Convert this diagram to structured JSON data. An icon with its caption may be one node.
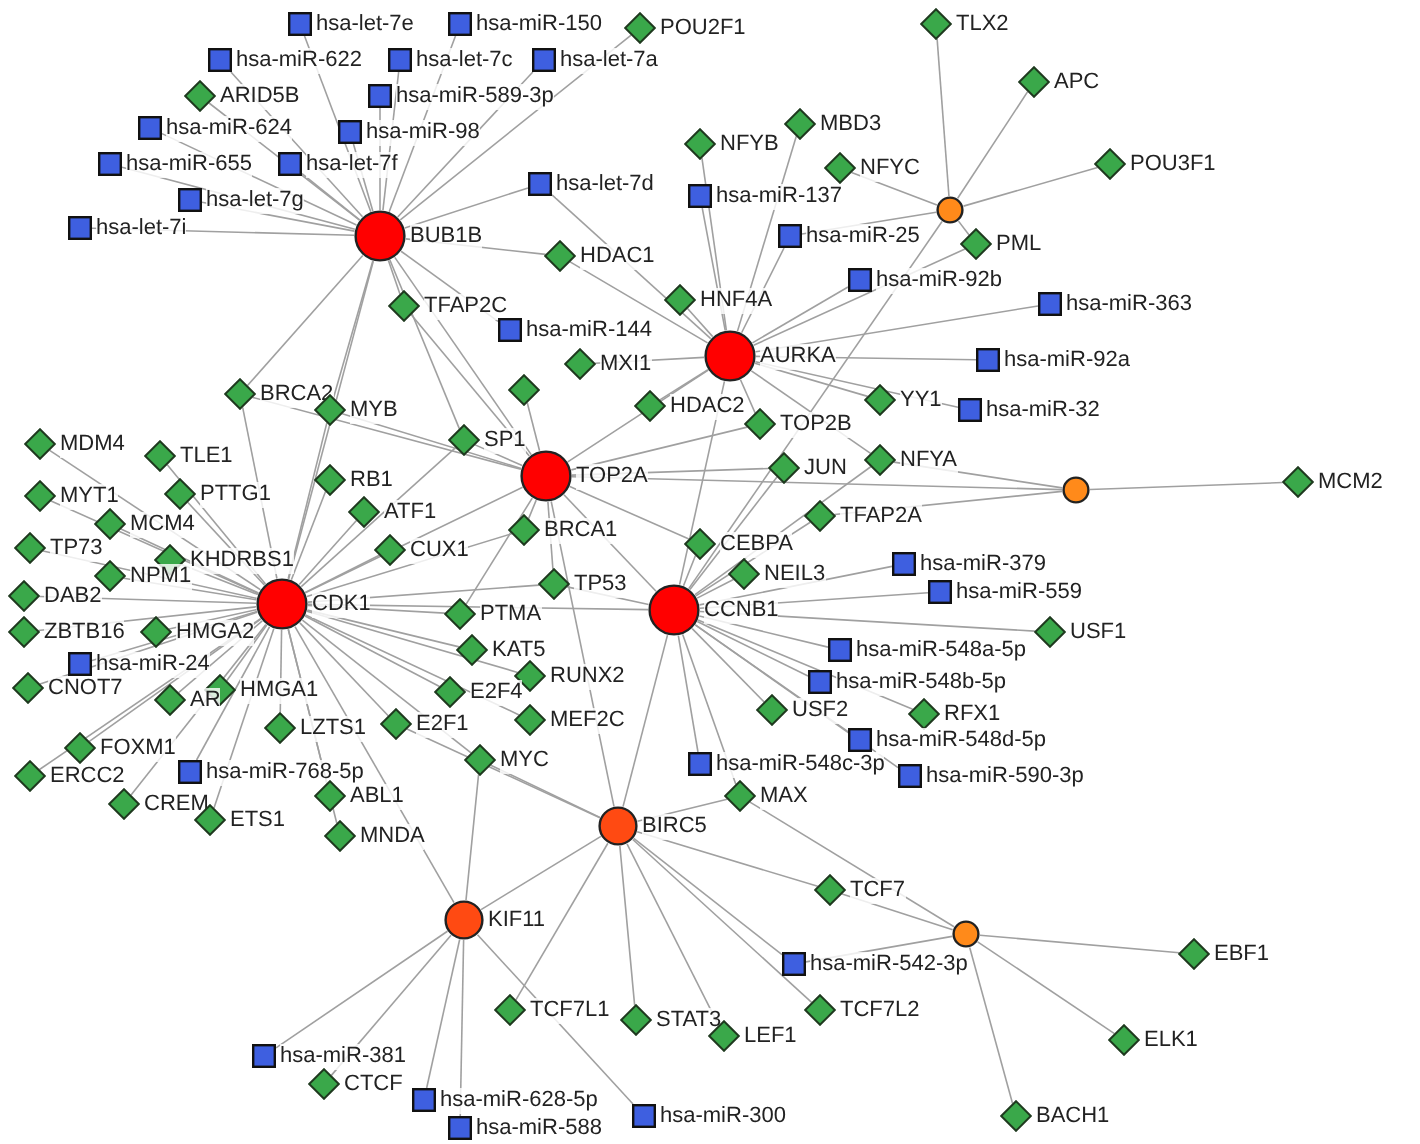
{
  "diagram": {
    "nodes": [
      {
        "text": [],
        "shape": "box",
        "beside": [
          "hsa-let-7e"
        ]
      },
      {
        "text": [],
        "shape": "box",
        "beside": [
          "hsa-miR-150"
        ]
      },
      {
        "text": [],
        "shape": "diamond",
        "beside": [
          "POU2F1"
        ]
      },
      {
        "text": [],
        "shape": "diamond",
        "beside": [
          "TLX2"
        ]
      },
      {
        "text": [],
        "shape": "box",
        "beside": [
          "hsa-miR-622"
        ]
      },
      {
        "text": [],
        "shape": "box",
        "beside": [
          "hsa-let-7c"
        ]
      },
      {
        "text": [],
        "shape": "box",
        "beside": [
          "hsa-let-7a"
        ]
      },
      {
        "text": [],
        "shape": "diamond",
        "beside": [
          "APC"
        ]
      },
      {
        "text": [],
        "shape": "diamond",
        "beside": [
          "ARID5B"
        ]
      },
      {
        "text": [],
        "shape": "box",
        "beside": [
          "hsa-miR-589-3p"
        ]
      },
      {
        "text": [],
        "shape": "box",
        "beside": [
          "hsa-miR-624"
        ]
      },
      {
        "text": [],
        "shape": "box",
        "beside": [
          "hsa-miR-98"
        ]
      },
      {
        "text": [],
        "shape": "diamond",
        "beside": [
          "MBD3"
        ]
      },
      {
        "text": [],
        "shape": "diamond",
        "beside": [
          "NFYB"
        ]
      },
      {
        "text": [],
        "shape": "box",
        "beside": [
          "hsa-miR-655"
        ]
      },
      {
        "text": [],
        "shape": "box",
        "beside": [
          "hsa-let-7f"
        ]
      },
      {
        "text": [],
        "shape": "diamond",
        "beside": [
          "NFYC"
        ]
      },
      {
        "text": [],
        "shape": "diamond",
        "beside": [
          "POU3F1"
        ]
      },
      {
        "text": [],
        "shape": "box",
        "beside": [
          "hsa-let-7d"
        ]
      },
      {
        "text": [],
        "shape": "box",
        "beside": [
          "hsa-miR-137"
        ]
      },
      {
        "text": [],
        "shape": "box",
        "beside": [
          "hsa-let-7g"
        ]
      },
      {
        "text": [],
        "shape": "circle"
      },
      {
        "text": [],
        "shape": "box",
        "beside": [
          "hsa-let-7i"
        ]
      },
      {
        "text": [],
        "shape": "box",
        "beside": [
          "hsa-miR-25"
        ]
      },
      {
        "text": [],
        "shape": "circle",
        "beside": [
          "BUB1B"
        ]
      },
      {
        "text": [],
        "shape": "diamond",
        "beside": [
          "PML"
        ]
      },
      {
        "text": [],
        "shape": "diamond",
        "beside": [
          "HDAC1"
        ]
      },
      {
        "text": [],
        "shape": "box",
        "beside": [
          "hsa-miR-92b"
        ]
      },
      {
        "text": [],
        "shape": "diamond",
        "beside": [
          "HNF4A"
        ]
      },
      {
        "text": [],
        "shape": "box",
        "beside": [
          "hsa-miR-363"
        ]
      },
      {
        "text": [],
        "shape": "diamond",
        "beside": [
          "TFAP2C"
        ]
      },
      {
        "text": [],
        "shape": "box",
        "beside": [
          "hsa-miR-144"
        ]
      },
      {
        "text": [],
        "shape": "diamond",
        "beside": [
          "YY1"
        ]
      },
      {
        "text": [],
        "shape": "circle",
        "beside": [
          "AURKA"
        ]
      },
      {
        "text": [],
        "shape": "box",
        "beside": [
          "hsa-miR-92a"
        ]
      },
      {
        "text": [],
        "shape": "diamond",
        "beside": [
          "MXI1"
        ]
      },
      {
        "text": [],
        "shape": "diamond"
      },
      {
        "text": [],
        "shape": "diamond",
        "beside": [
          "HDAC2"
        ]
      },
      {
        "text": [],
        "shape": "diamond",
        "beside": [
          "BRCA2"
        ]
      },
      {
        "text": [],
        "shape": "diamond",
        "beside": [
          "MYB"
        ]
      },
      {
        "text": [],
        "shape": "box",
        "beside": [
          "hsa-miR-32"
        ]
      },
      {
        "text": [],
        "shape": "diamond",
        "beside": [
          "TOP2B"
        ]
      },
      {
        "text": [],
        "shape": "diamond",
        "beside": [
          "SP1"
        ]
      },
      {
        "text": [],
        "shape": "diamond",
        "beside": [
          "MDM4"
        ]
      },
      {
        "text": [],
        "shape": "diamond",
        "beside": [
          "TLE1"
        ]
      },
      {
        "text": [],
        "shape": "diamond",
        "beside": [
          "NFYA"
        ]
      },
      {
        "text": [],
        "shape": "diamond",
        "beside": [
          "JUN"
        ]
      },
      {
        "text": [],
        "shape": "circle",
        "beside": [
          "TOP2A"
        ]
      },
      {
        "text": [],
        "shape": "diamond",
        "beside": [
          "RB1"
        ]
      },
      {
        "text": [],
        "shape": "circle"
      },
      {
        "text": [],
        "shape": "diamond",
        "beside": [
          "MCM2"
        ]
      },
      {
        "text": [],
        "shape": "diamond",
        "beside": [
          "PTTG1"
        ]
      },
      {
        "text": [],
        "shape": "diamond",
        "beside": [
          "MYT1"
        ]
      },
      {
        "text": [],
        "shape": "diamond",
        "beside": [
          "ATF1"
        ]
      },
      {
        "text": [],
        "shape": "diamond",
        "beside": [
          "TFAP2A"
        ]
      },
      {
        "text": [],
        "shape": "diamond",
        "beside": [
          "MCM4"
        ]
      },
      {
        "text": [],
        "shape": "diamond",
        "beside": [
          "BRCA1"
        ]
      },
      {
        "text": [],
        "shape": "diamond",
        "beside": [
          "CEBPA"
        ]
      },
      {
        "text": [],
        "shape": "diamond",
        "beside": [
          "TP73"
        ]
      },
      {
        "text": [],
        "shape": "diamond",
        "beside": [
          "CUX1"
        ]
      },
      {
        "text": [],
        "shape": "diamond",
        "beside": [
          "KHDRBS1"
        ]
      },
      {
        "text": [],
        "shape": "box",
        "beside": [
          "hsa-miR-379"
        ]
      },
      {
        "text": [],
        "shape": "diamond",
        "beside": [
          "NEIL3"
        ]
      },
      {
        "text": [],
        "shape": "diamond",
        "beside": [
          "TP53"
        ]
      },
      {
        "text": [],
        "shape": "diamond",
        "beside": [
          "DAB2"
        ]
      },
      {
        "text": [],
        "shape": "diamond",
        "beside": [
          "NPM1"
        ]
      },
      {
        "text": [],
        "shape": "box",
        "beside": [
          "hsa-miR-559"
        ]
      },
      {
        "text": [],
        "shape": "circle",
        "beside": [
          "CDK1"
        ]
      },
      {
        "text": [],
        "shape": "circle",
        "beside": [
          "CCNB1"
        ]
      },
      {
        "text": [],
        "shape": "diamond",
        "beside": [
          "PTMA"
        ]
      },
      {
        "text": [],
        "shape": "box",
        "beside": [
          "hsa-miR-548a-5p"
        ]
      },
      {
        "text": [],
        "shape": "diamond",
        "beside": [
          "ZBTB16"
        ]
      },
      {
        "text": [],
        "shape": "diamond",
        "beside": [
          "HMGA2"
        ]
      },
      {
        "text": [],
        "shape": "diamond",
        "beside": [
          "KAT5"
        ]
      },
      {
        "text": [],
        "shape": "diamond",
        "beside": [
          "USF1"
        ]
      },
      {
        "text": [],
        "shape": "box",
        "beside": [
          "hsa-miR-24"
        ]
      },
      {
        "text": [],
        "shape": "box",
        "beside": [
          "hsa-miR-548b-5p"
        ]
      },
      {
        "text": [],
        "shape": "diamond",
        "beside": [
          "RUNX2"
        ]
      },
      {
        "text": [],
        "shape": "diamond",
        "beside": [
          "CNOT7"
        ]
      },
      {
        "text": [],
        "shape": "diamond",
        "beside": [
          "HMGA1"
        ]
      },
      {
        "text": [],
        "shape": "diamond",
        "beside": [
          "E2F4"
        ]
      },
      {
        "text": [],
        "shape": "diamond",
        "beside": [
          "AR"
        ]
      },
      {
        "text": [],
        "shape": "diamond",
        "beside": [
          "RFX1"
        ]
      },
      {
        "text": [],
        "shape": "diamond",
        "beside": [
          "USF2"
        ]
      },
      {
        "text": [],
        "shape": "diamond",
        "beside": [
          "MEF2C"
        ]
      },
      {
        "text": [],
        "shape": "diamond",
        "beside": [
          "FOXM1"
        ]
      },
      {
        "text": [],
        "shape": "diamond",
        "beside": [
          "E2F1"
        ]
      },
      {
        "text": [],
        "shape": "diamond",
        "beside": [
          "LZTS1"
        ]
      },
      {
        "text": [],
        "shape": "box",
        "beside": [
          "hsa-miR-548d-5p"
        ]
      },
      {
        "text": [],
        "shape": "diamond",
        "beside": [
          "ERCC2"
        ]
      },
      {
        "text": [],
        "shape": "box",
        "beside": [
          "hsa-miR-768-5p"
        ]
      },
      {
        "text": [],
        "shape": "diamond",
        "beside": [
          "MYC"
        ]
      },
      {
        "text": [],
        "shape": "box",
        "beside": [
          "hsa-miR-590-3p"
        ]
      },
      {
        "text": [],
        "shape": "box",
        "beside": [
          "hsa-miR-548c-3p"
        ]
      },
      {
        "text": [],
        "shape": "diamond",
        "beside": [
          "ABL1"
        ]
      },
      {
        "text": [],
        "shape": "diamond",
        "beside": [
          "CREM"
        ]
      },
      {
        "text": [],
        "shape": "diamond",
        "beside": [
          "ETS1"
        ]
      },
      {
        "text": [],
        "shape": "diamond",
        "beside": [
          "MNDA"
        ]
      },
      {
        "text": [],
        "shape": "circle",
        "beside": [
          "BIRC5"
        ]
      },
      {
        "text": [],
        "shape": "diamond",
        "beside": [
          "MAX"
        ]
      },
      {
        "text": [],
        "shape": "circle",
        "beside": [
          "KIF11"
        ]
      },
      {
        "text": [],
        "shape": "diamond",
        "beside": [
          "TCF7"
        ]
      },
      {
        "text": [],
        "shape": "circle"
      },
      {
        "text": [],
        "shape": "diamond",
        "beside": [
          "EBF1"
        ]
      },
      {
        "text": [],
        "shape": "box",
        "beside": [
          "hsa-miR-542-3p"
        ]
      },
      {
        "text": [],
        "shape": "diamond",
        "beside": [
          "TCF7L2"
        ]
      },
      {
        "text": [],
        "shape": "diamond",
        "beside": [
          "TCF7L1"
        ]
      },
      {
        "text": [],
        "shape": "diamond",
        "beside": [
          "STAT3"
        ]
      },
      {
        "text": [],
        "shape": "diamond",
        "beside": [
          "LEF1"
        ]
      },
      {
        "text": [],
        "shape": "diamond",
        "beside": [
          "ELK1"
        ]
      },
      {
        "text": [],
        "shape": "box",
        "beside": [
          "hsa-miR-381"
        ]
      },
      {
        "text": [],
        "shape": "diamond",
        "beside": [
          "CTCF"
        ]
      },
      {
        "text": [],
        "shape": "box",
        "beside": [
          "hsa-miR-628-5p"
        ]
      },
      {
        "text": [],
        "shape": "box",
        "beside": [
          "hsa-miR-300"
        ]
      },
      {
        "text": [],
        "shape": "diamond",
        "beside": [
          "BACH1"
        ]
      },
      {
        "text": [],
        "shape": "box",
        "beside": [
          "hsa-miR-588"
        ]
      }
    ],
    "edges": [
      {
        "from": 24,
        "to": 0,
        "arrow": "none"
      },
      {
        "from": 24,
        "to": 1,
        "arrow": "none"
      },
      {
        "from": 24,
        "to": 2,
        "arrow": "none"
      },
      {
        "from": 24,
        "to": 4,
        "arrow": "none"
      },
      {
        "from": 24,
        "to": 5,
        "arrow": "none"
      },
      {
        "from": 24,
        "to": 6,
        "arrow": "none"
      },
      {
        "from": 24,
        "to": 8,
        "arrow": "none"
      },
      {
        "from": 24,
        "to": 9,
        "arrow": "none"
      },
      {
        "from": 24,
        "to": 10,
        "arrow": "none"
      },
      {
        "from": 24,
        "to": 11,
        "arrow": "none"
      },
      {
        "from": 24,
        "to": 14,
        "arrow": "none"
      },
      {
        "from": 24,
        "to": 15,
        "arrow": "none"
      },
      {
        "from": 24,
        "to": 18,
        "arrow": "none"
      },
      {
        "from": 24,
        "to": 20,
        "arrow": "none"
      },
      {
        "from": 24,
        "to": 22,
        "arrow": "none"
      },
      {
        "from": 24,
        "to": 26,
        "arrow": "none"
      },
      {
        "from": 24,
        "to": 30,
        "arrow": "none"
      },
      {
        "from": 24,
        "to": 31,
        "arrow": "none"
      },
      {
        "from": 24,
        "to": 38,
        "arrow": "none"
      },
      {
        "from": 24,
        "to": 39,
        "arrow": "none"
      },
      {
        "from": 24,
        "to": 42,
        "arrow": "none"
      },
      {
        "from": 24,
        "to": 47,
        "arrow": "none"
      },
      {
        "from": 24,
        "to": 67,
        "arrow": "none"
      },
      {
        "from": 21,
        "to": 3,
        "arrow": "none"
      },
      {
        "from": 21,
        "to": 7,
        "arrow": "none"
      },
      {
        "from": 21,
        "to": 16,
        "arrow": "none"
      },
      {
        "from": 21,
        "to": 17,
        "arrow": "none"
      },
      {
        "from": 21,
        "to": 23,
        "arrow": "none"
      },
      {
        "from": 21,
        "to": 25,
        "arrow": "none"
      },
      {
        "from": 21,
        "to": 68,
        "arrow": "none"
      },
      {
        "from": 33,
        "to": 13,
        "arrow": "none"
      },
      {
        "from": 33,
        "to": 12,
        "arrow": "none"
      },
      {
        "from": 33,
        "to": 18,
        "arrow": "none"
      },
      {
        "from": 33,
        "to": 19,
        "arrow": "none"
      },
      {
        "from": 33,
        "to": 23,
        "arrow": "none"
      },
      {
        "from": 33,
        "to": 25,
        "arrow": "none"
      },
      {
        "from": 33,
        "to": 27,
        "arrow": "none"
      },
      {
        "from": 33,
        "to": 29,
        "arrow": "none"
      },
      {
        "from": 33,
        "to": 32,
        "arrow": "none"
      },
      {
        "from": 33,
        "to": 34,
        "arrow": "none"
      },
      {
        "from": 33,
        "to": 40,
        "arrow": "none"
      },
      {
        "from": 33,
        "to": 26,
        "arrow": "none"
      },
      {
        "from": 33,
        "to": 28,
        "arrow": "none"
      },
      {
        "from": 33,
        "to": 41,
        "arrow": "none"
      },
      {
        "from": 33,
        "to": 45,
        "arrow": "none"
      },
      {
        "from": 33,
        "to": 35,
        "arrow": "none"
      },
      {
        "from": 33,
        "to": 47,
        "arrow": "none"
      },
      {
        "from": 33,
        "to": 68,
        "arrow": "none"
      },
      {
        "from": 33,
        "to": 37,
        "arrow": "none"
      },
      {
        "from": 49,
        "to": 50,
        "arrow": "none"
      },
      {
        "from": 49,
        "to": 45,
        "arrow": "none"
      },
      {
        "from": 49,
        "to": 54,
        "arrow": "none"
      },
      {
        "from": 49,
        "to": 47,
        "arrow": "none"
      },
      {
        "from": 47,
        "to": 42,
        "arrow": "none"
      },
      {
        "from": 47,
        "to": 56,
        "arrow": "none"
      },
      {
        "from": 47,
        "to": 63,
        "arrow": "none"
      },
      {
        "from": 47,
        "to": 46,
        "arrow": "none"
      },
      {
        "from": 47,
        "to": 41,
        "arrow": "none"
      },
      {
        "from": 47,
        "to": 67,
        "arrow": "none"
      },
      {
        "from": 47,
        "to": 68,
        "arrow": "none"
      },
      {
        "from": 47,
        "to": 39,
        "arrow": "none"
      },
      {
        "from": 47,
        "to": 38,
        "arrow": "none"
      },
      {
        "from": 47,
        "to": 30,
        "arrow": "none"
      },
      {
        "from": 47,
        "to": 57,
        "arrow": "none"
      },
      {
        "from": 47,
        "to": 69,
        "arrow": "none"
      },
      {
        "from": 47,
        "to": 98,
        "arrow": "none"
      },
      {
        "from": 47,
        "to": 36,
        "arrow": "none"
      },
      {
        "from": 68,
        "to": 57,
        "arrow": "none"
      },
      {
        "from": 68,
        "to": 54,
        "arrow": "none"
      },
      {
        "from": 68,
        "to": 62,
        "arrow": "none"
      },
      {
        "from": 68,
        "to": 61,
        "arrow": "none"
      },
      {
        "from": 68,
        "to": 70,
        "arrow": "none"
      },
      {
        "from": 68,
        "to": 66,
        "arrow": "none"
      },
      {
        "from": 68,
        "to": 74,
        "arrow": "none"
      },
      {
        "from": 68,
        "to": 76,
        "arrow": "none"
      },
      {
        "from": 68,
        "to": 82,
        "arrow": "none"
      },
      {
        "from": 68,
        "to": 83,
        "arrow": "none"
      },
      {
        "from": 68,
        "to": 88,
        "arrow": "none"
      },
      {
        "from": 68,
        "to": 93,
        "arrow": "none"
      },
      {
        "from": 68,
        "to": 92,
        "arrow": "none"
      },
      {
        "from": 68,
        "to": 98,
        "arrow": "none"
      },
      {
        "from": 68,
        "to": 99,
        "arrow": "none"
      },
      {
        "from": 68,
        "to": 63,
        "arrow": "none"
      },
      {
        "from": 68,
        "to": 67,
        "arrow": "none"
      },
      {
        "from": 68,
        "to": 45,
        "arrow": "none"
      },
      {
        "from": 68,
        "to": 46,
        "arrow": "none"
      },
      {
        "from": 67,
        "to": 38,
        "arrow": "none"
      },
      {
        "from": 67,
        "to": 39,
        "arrow": "none"
      },
      {
        "from": 67,
        "to": 44,
        "arrow": "none"
      },
      {
        "from": 67,
        "to": 43,
        "arrow": "none"
      },
      {
        "from": 67,
        "to": 52,
        "arrow": "none"
      },
      {
        "from": 67,
        "to": 51,
        "arrow": "none"
      },
      {
        "from": 67,
        "to": 48,
        "arrow": "none"
      },
      {
        "from": 67,
        "to": 53,
        "arrow": "none"
      },
      {
        "from": 67,
        "to": 55,
        "arrow": "none"
      },
      {
        "from": 67,
        "to": 58,
        "arrow": "none"
      },
      {
        "from": 67,
        "to": 59,
        "arrow": "none"
      },
      {
        "from": 67,
        "to": 60,
        "arrow": "none"
      },
      {
        "from": 67,
        "to": 64,
        "arrow": "none"
      },
      {
        "from": 67,
        "to": 65,
        "arrow": "none"
      },
      {
        "from": 67,
        "to": 72,
        "arrow": "none"
      },
      {
        "from": 67,
        "to": 71,
        "arrow": "none"
      },
      {
        "from": 67,
        "to": 75,
        "arrow": "none"
      },
      {
        "from": 67,
        "to": 78,
        "arrow": "none"
      },
      {
        "from": 67,
        "to": 79,
        "arrow": "none"
      },
      {
        "from": 67,
        "to": 81,
        "arrow": "none"
      },
      {
        "from": 67,
        "to": 85,
        "arrow": "none"
      },
      {
        "from": 67,
        "to": 87,
        "arrow": "none"
      },
      {
        "from": 67,
        "to": 89,
        "arrow": "none"
      },
      {
        "from": 67,
        "to": 90,
        "arrow": "none"
      },
      {
        "from": 67,
        "to": 95,
        "arrow": "none"
      },
      {
        "from": 67,
        "to": 94,
        "arrow": "none"
      },
      {
        "from": 67,
        "to": 96,
        "arrow": "none"
      },
      {
        "from": 67,
        "to": 97,
        "arrow": "none"
      },
      {
        "from": 67,
        "to": 69,
        "arrow": "none"
      },
      {
        "from": 67,
        "to": 73,
        "arrow": "none"
      },
      {
        "from": 67,
        "to": 77,
        "arrow": "none"
      },
      {
        "from": 67,
        "to": 86,
        "arrow": "none"
      },
      {
        "from": 67,
        "to": 80,
        "arrow": "none"
      },
      {
        "from": 67,
        "to": 84,
        "arrow": "none"
      },
      {
        "from": 67,
        "to": 91,
        "arrow": "none"
      },
      {
        "from": 67,
        "to": 42,
        "arrow": "none"
      },
      {
        "from": 67,
        "to": 56,
        "arrow": "none"
      },
      {
        "from": 67,
        "to": 63,
        "arrow": "none"
      },
      {
        "from": 67,
        "to": 100,
        "arrow": "none"
      },
      {
        "from": 98,
        "to": 99,
        "arrow": "none"
      },
      {
        "from": 98,
        "to": 101,
        "arrow": "none"
      },
      {
        "from": 98,
        "to": 106,
        "arrow": "none"
      },
      {
        "from": 98,
        "to": 107,
        "arrow": "none"
      },
      {
        "from": 98,
        "to": 108,
        "arrow": "none"
      },
      {
        "from": 98,
        "to": 105,
        "arrow": "none"
      },
      {
        "from": 98,
        "to": 104,
        "arrow": "none"
      },
      {
        "from": 98,
        "to": 100,
        "arrow": "none"
      },
      {
        "from": 98,
        "to": 91,
        "arrow": "none"
      },
      {
        "from": 98,
        "to": 86,
        "arrow": "none"
      },
      {
        "from": 100,
        "to": 110,
        "arrow": "none"
      },
      {
        "from": 100,
        "to": 111,
        "arrow": "none"
      },
      {
        "from": 100,
        "to": 112,
        "arrow": "none"
      },
      {
        "from": 100,
        "to": 115,
        "arrow": "none"
      },
      {
        "from": 100,
        "to": 113,
        "arrow": "none"
      },
      {
        "from": 100,
        "to": 91,
        "arrow": "none"
      },
      {
        "from": 102,
        "to": 101,
        "arrow": "none"
      },
      {
        "from": 102,
        "to": 103,
        "arrow": "none"
      },
      {
        "from": 102,
        "to": 109,
        "arrow": "none"
      },
      {
        "from": 102,
        "to": 114,
        "arrow": "none"
      },
      {
        "from": 102,
        "to": 104,
        "arrow": "none"
      },
      {
        "from": 102,
        "to": 99,
        "arrow": "none"
      }
    ]
  }
}
